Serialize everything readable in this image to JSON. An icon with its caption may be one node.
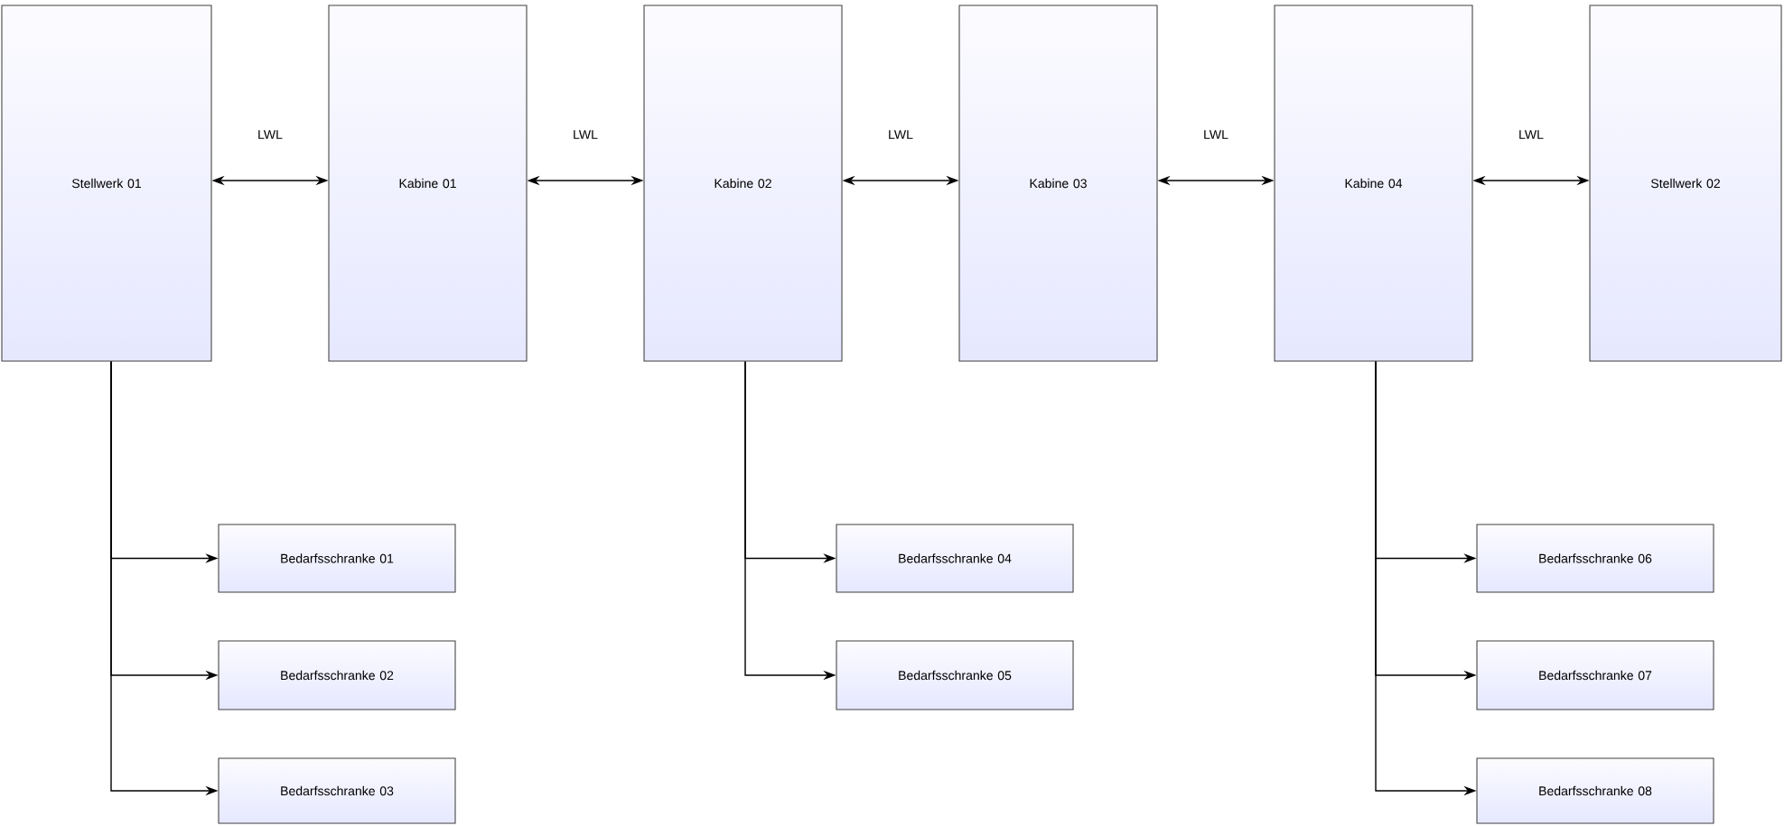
{
  "diagram": {
    "nodes": [
      {
        "text": [
          "Stellwerk 01"
        ]
      },
      {
        "text": [
          "Kabine 01"
        ]
      },
      {
        "text": [
          "Kabine 02"
        ]
      },
      {
        "text": [
          "Kabine 03"
        ]
      },
      {
        "text": [
          "Kabine 04"
        ]
      },
      {
        "text": [
          "Stellwerk 02"
        ]
      },
      {
        "text": [
          "Bedarfsschranke 01"
        ]
      },
      {
        "text": [
          "Bedarfsschranke 02"
        ]
      },
      {
        "text": [
          "Bedarfsschranke 03"
        ]
      },
      {
        "text": [
          "Bedarfsschranke 04"
        ]
      },
      {
        "text": [
          "Bedarfsschranke 05"
        ]
      },
      {
        "text": [
          "Bedarfsschranke 06"
        ]
      },
      {
        "text": [
          "Bedarfsschranke 07"
        ]
      },
      {
        "text": [
          "Bedarfsschranke 08"
        ]
      }
    ],
    "edges": [
      {
        "from": 0,
        "to": 1,
        "arrow": "both",
        "label": "LWL"
      },
      {
        "from": 1,
        "to": 2,
        "arrow": "both",
        "label": "LWL"
      },
      {
        "from": 2,
        "to": 3,
        "arrow": "both",
        "label": "LWL"
      },
      {
        "from": 3,
        "to": 4,
        "arrow": "both",
        "label": "LWL"
      },
      {
        "from": 4,
        "to": 5,
        "arrow": "both",
        "label": "LWL"
      },
      {
        "from": 0,
        "to": 6,
        "arrow": "to"
      },
      {
        "from": 0,
        "to": 7,
        "arrow": "to"
      },
      {
        "from": 0,
        "to": 8,
        "arrow": "to"
      },
      {
        "from": 2,
        "to": 9,
        "arrow": "to"
      },
      {
        "from": 2,
        "to": 10,
        "arrow": "to"
      },
      {
        "from": 4,
        "to": 11,
        "arrow": "to"
      },
      {
        "from": 4,
        "to": 12,
        "arrow": "to"
      },
      {
        "from": 4,
        "to": 13,
        "arrow": "to"
      }
    ]
  }
}
